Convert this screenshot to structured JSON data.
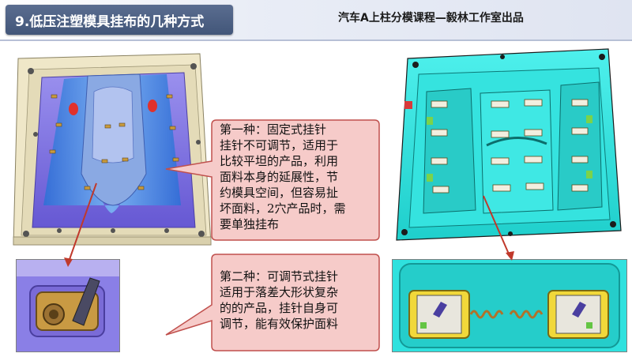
{
  "header": {
    "title": "9.低压注塑模具挂布的几种方式",
    "course": "汽车A上柱分模课程—毅林工作室出品"
  },
  "callout1": {
    "lines": [
      "第一种：固定式挂针",
      "挂针不可调节，适用于",
      "比较平坦的产品，利用",
      "面料本身的延展性，节",
      "约模具空间，但容易扯",
      "坏面料，2穴产品时，需",
      "要单独挂布"
    ]
  },
  "callout2": {
    "lines": [
      "第二种：可调节式挂针",
      "适用于落差大形状复杂",
      "的的产品，挂针自身可",
      "调节，能有效保护面料"
    ]
  },
  "colors": {
    "title_bg": "#4a5e82",
    "callout_bg": "#f6cbc9",
    "callout_border": "#c0504d",
    "mold_left": "#7d6fe0",
    "mold_right": "#2ee0dc",
    "arrow": "#c0392b"
  },
  "images": [
    "fixed-pin-mold-image",
    "fixed-pin-detail-image",
    "adjustable-pin-mold-image",
    "adjustable-pin-detail-image"
  ]
}
